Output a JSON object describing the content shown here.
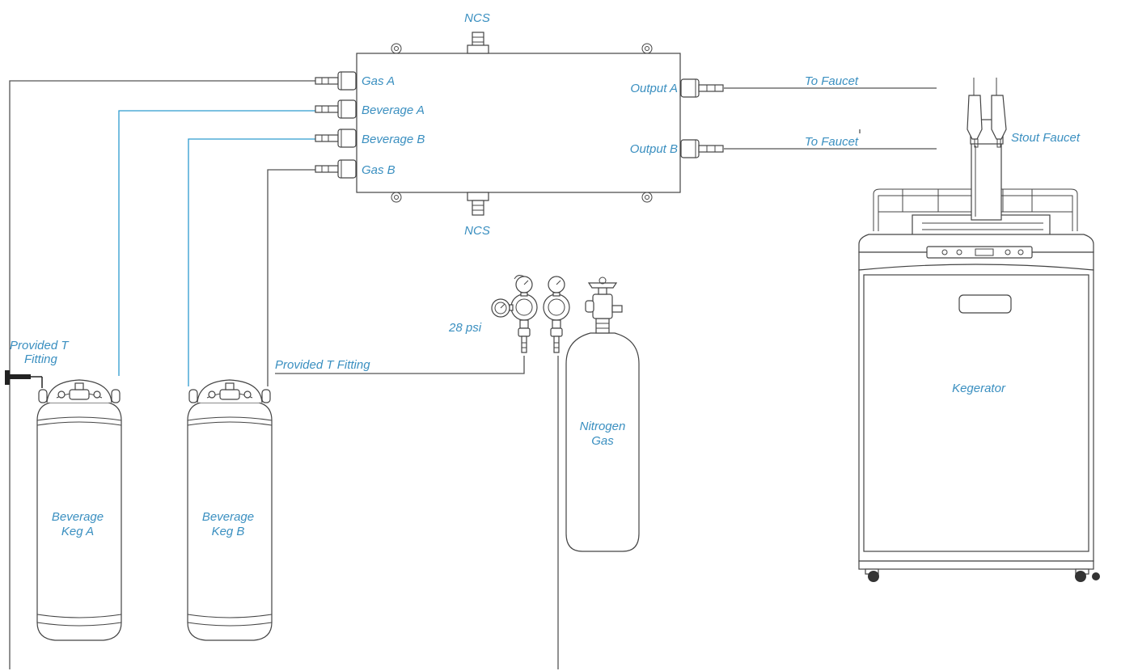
{
  "manifold": {
    "top_label": "NCS",
    "bottom_label": "NCS",
    "inputs": [
      "Gas A",
      "Beverage A",
      "Beverage B",
      "Gas B"
    ],
    "outputs": [
      "Output A",
      "Output B"
    ]
  },
  "faucet_lines": [
    "To Faucet",
    "To Faucet"
  ],
  "faucet_label": "Stout Faucet",
  "kegerator_label": "Kegerator",
  "regulator_pressure": "28 psi",
  "nitrogen_tank_label": [
    "Nitrogen",
    "Gas"
  ],
  "t_fitting_left": [
    "Provided T",
    "Fitting"
  ],
  "t_fitting_mid": "Provided T Fitting",
  "keg_a_label": [
    "Beverage",
    "Keg A"
  ],
  "keg_b_label": [
    "Beverage",
    "Keg B"
  ],
  "colors": {
    "label": "#3a8fc0",
    "beverage_line": "#2e9ccf",
    "gas_line": "#555555",
    "drawing": "#444444"
  }
}
